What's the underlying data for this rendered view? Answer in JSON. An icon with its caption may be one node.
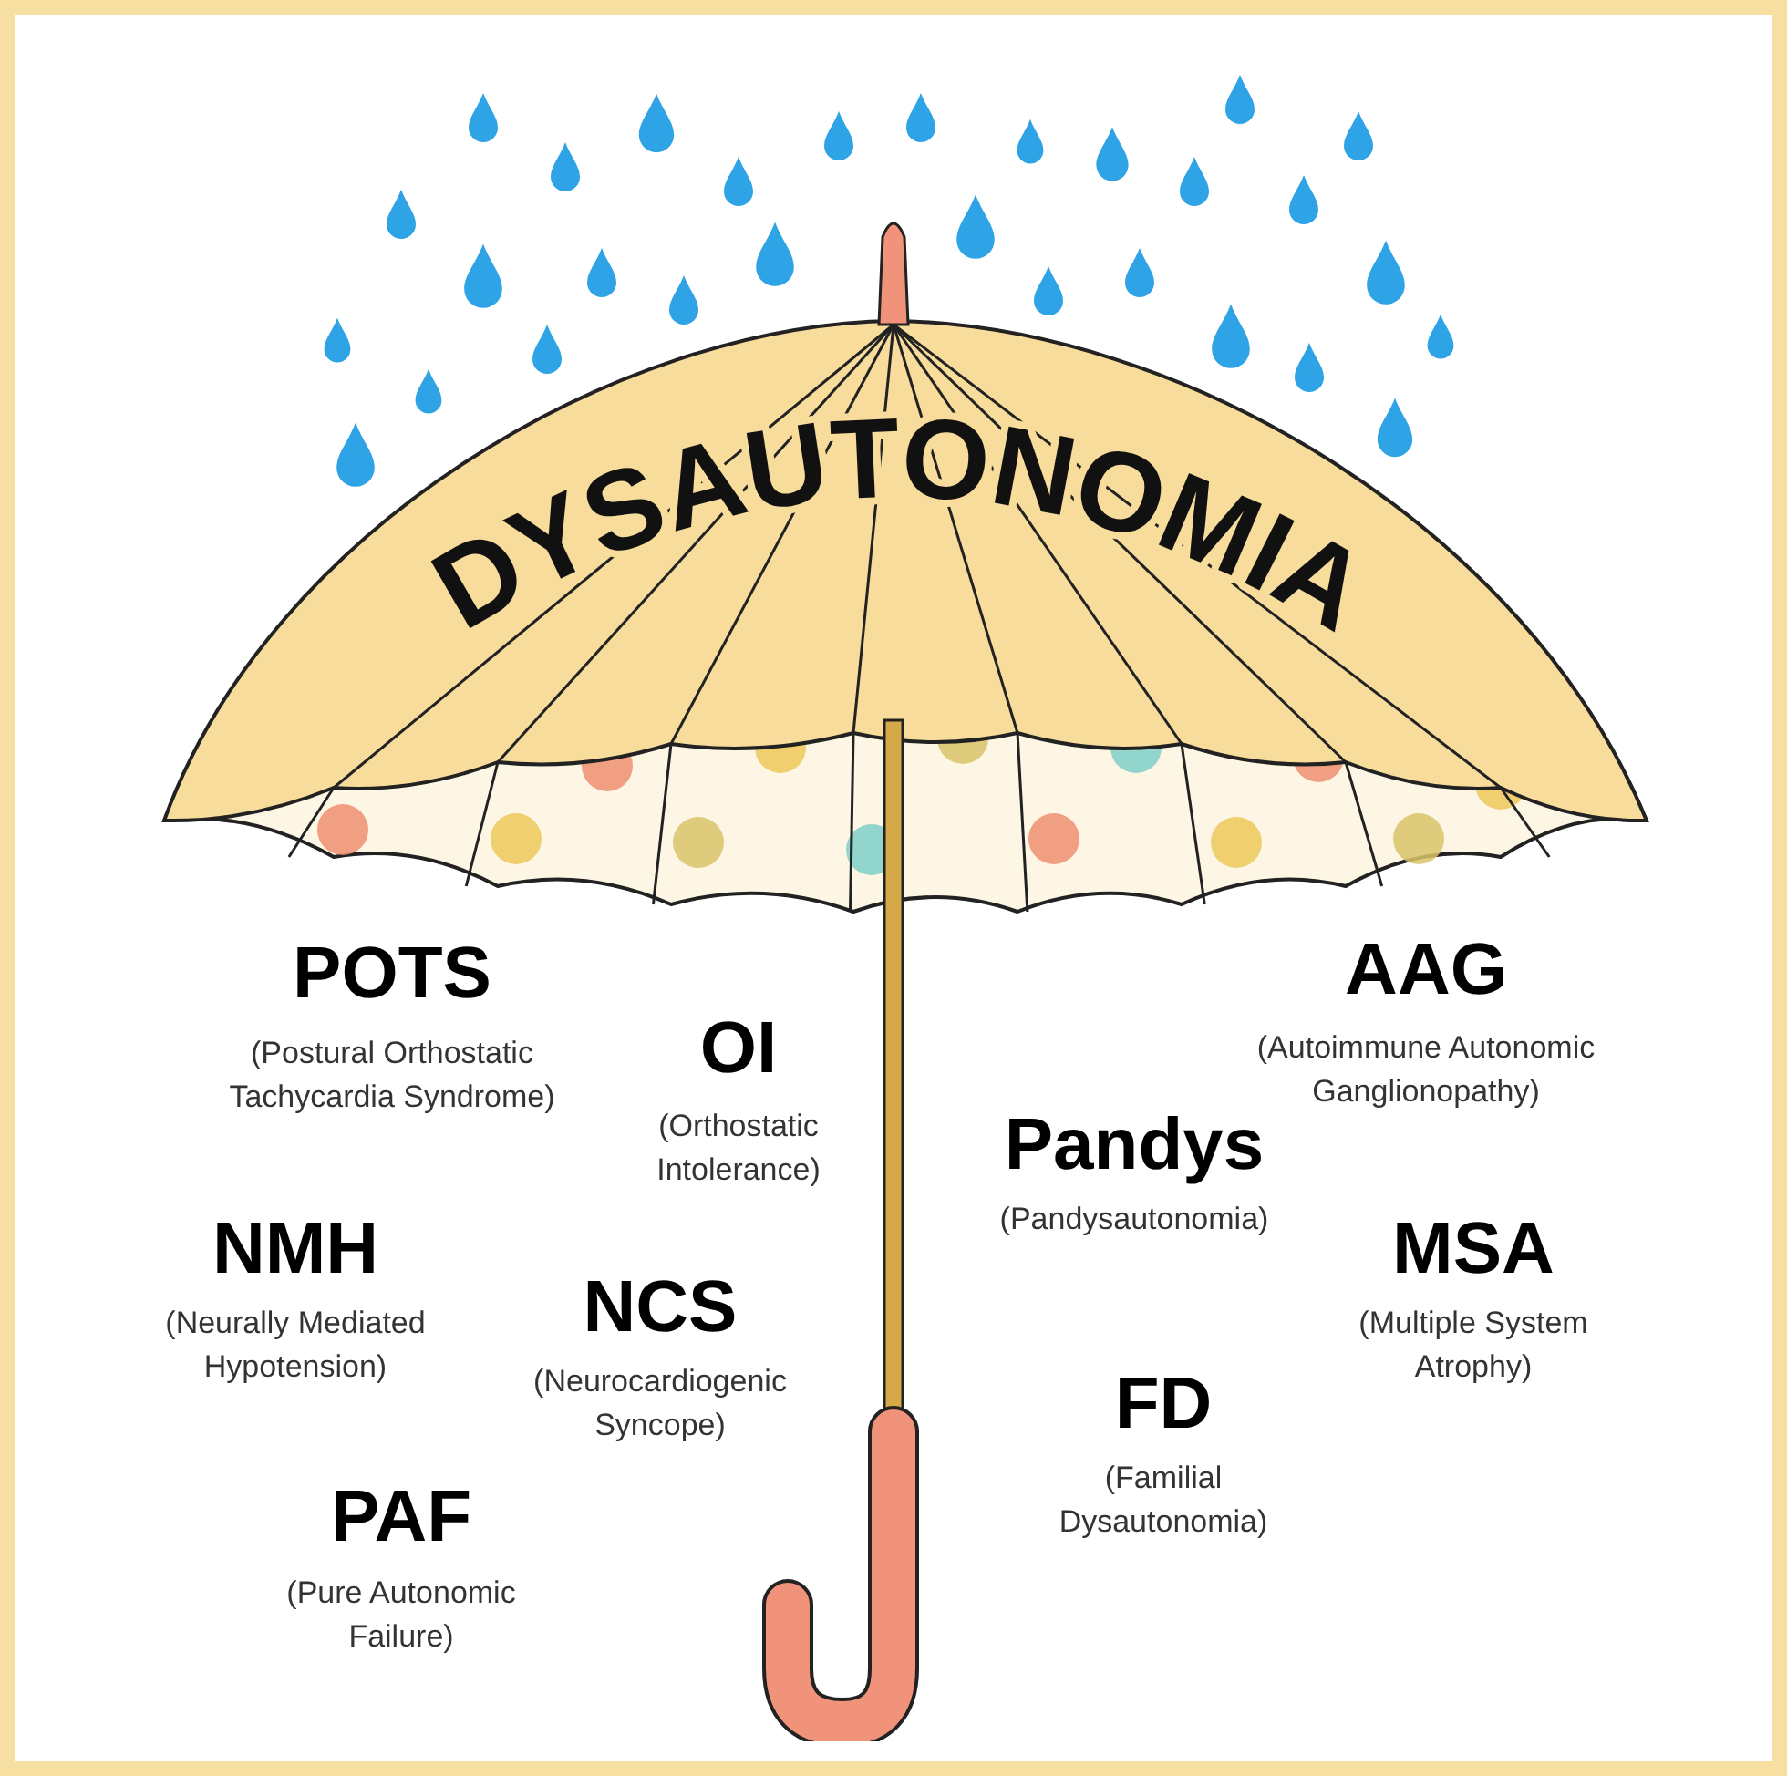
{
  "diagram": {
    "nodes": [
      {
        "text": [
          "DYSAUTONOMIA"
        ]
      }
    ],
    "labels": [
      "POTS",
      "(Postural Orthostatic Tachycardia Syndrome)",
      "AAG",
      "(Autoimmune Autonomic Ganglionopathy)",
      "OI",
      "(Orthostatic Intolerance)",
      "Pandys",
      "(Pandysautonomia)",
      "NMH",
      "(Neurally Mediated Hypotension)",
      "MSA",
      "(Multiple System Atrophy)",
      "NCS",
      "(Neurocardiogenic Syncope)",
      "FD",
      "(Familial Dysautonomia)",
      "PAF",
      "(Pure Autonomic Failure)"
    ]
  }
}
